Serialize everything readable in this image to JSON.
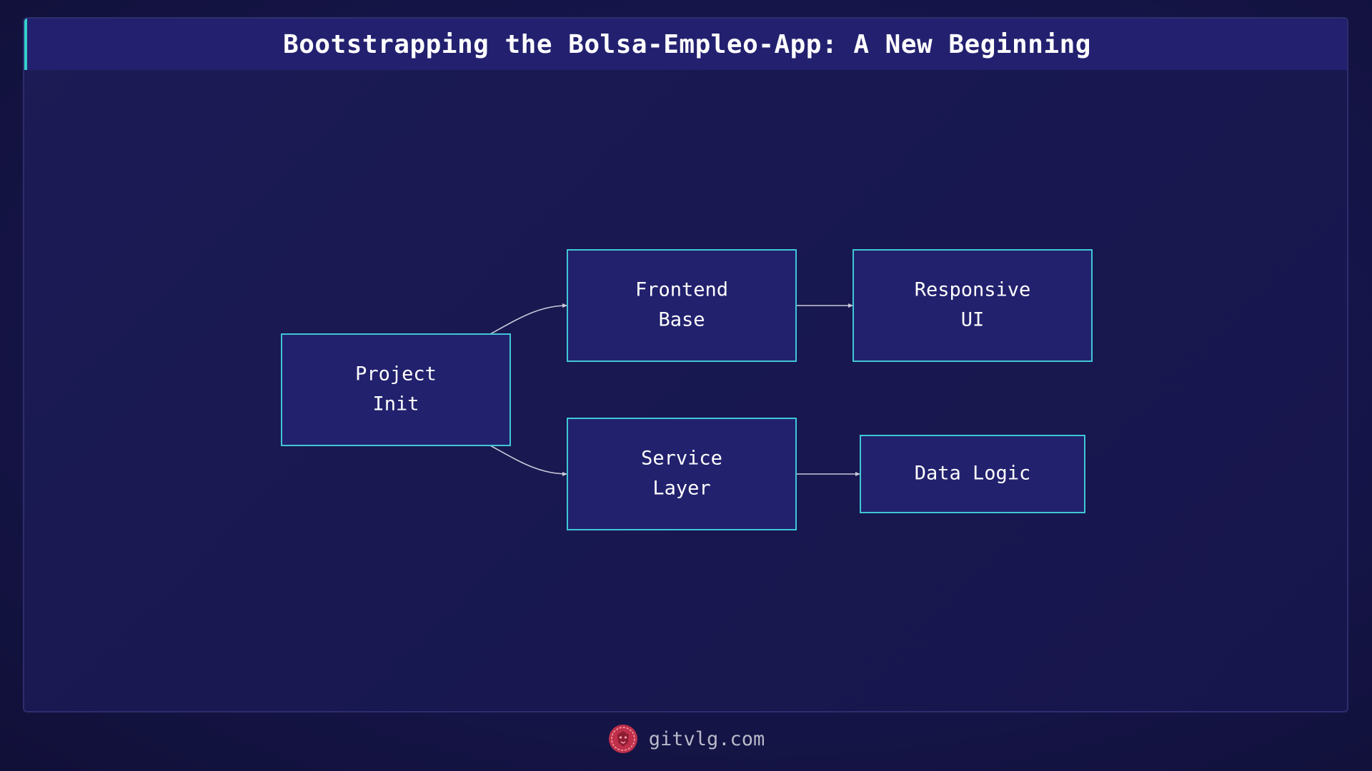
{
  "title": "Bootstrapping the Bolsa-Empleo-App: A New Beginning",
  "diagram": {
    "nodes": [
      {
        "id": "project-init",
        "lines": [
          "Project",
          "Init"
        ]
      },
      {
        "id": "frontend-base",
        "lines": [
          "Frontend",
          "Base"
        ]
      },
      {
        "id": "responsive-ui",
        "lines": [
          "Responsive",
          "UI"
        ]
      },
      {
        "id": "service-layer",
        "lines": [
          "Service",
          "Layer"
        ]
      },
      {
        "id": "data-logic",
        "lines": [
          "Data Logic"
        ]
      }
    ],
    "edges": [
      {
        "from": "project-init",
        "to": "frontend-base"
      },
      {
        "from": "project-init",
        "to": "service-layer"
      },
      {
        "from": "frontend-base",
        "to": "responsive-ui"
      },
      {
        "from": "service-layer",
        "to": "data-logic"
      }
    ]
  },
  "footer": {
    "text": "gitvlg.com",
    "logo_icon": "lion-logo-icon"
  },
  "colors": {
    "accent": "#35d0c8",
    "node_border": "#3fc7d6",
    "node_fill": "#22216e",
    "logo": "#c0304a"
  }
}
